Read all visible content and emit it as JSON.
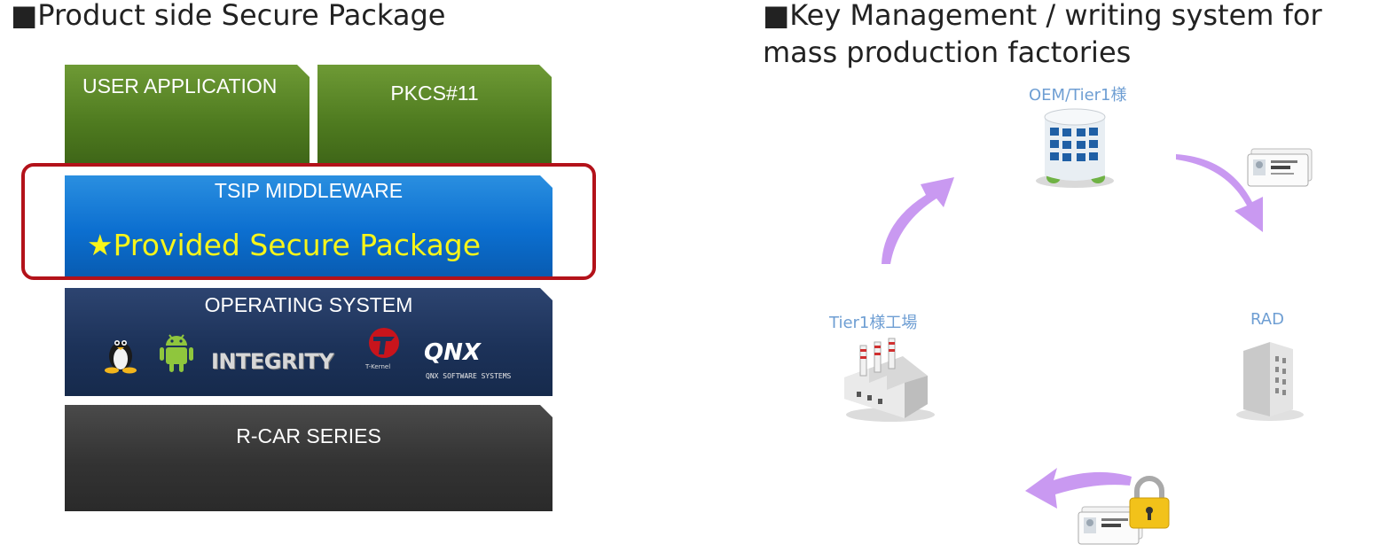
{
  "left_section": {
    "heading": "■Product side Secure Package",
    "blocks": {
      "user_application": "USER APPLICATION",
      "pkcs": "PKCS#11",
      "tsip_middleware": "TSIP MIDDLEWARE",
      "provided_package": "★Provided Secure Package",
      "operating_system": "OPERATING SYSTEM",
      "rcar_series": "R-CAR SERIES"
    },
    "os_logos": {
      "integrity": "INTEGRITY",
      "qnx": "QNX",
      "qnx_sub": "QNX SOFTWARE SYSTEMS",
      "tkernel": "T-Kernel"
    },
    "colors": {
      "green": "#4e7a1f",
      "blue": "#0c6fd0",
      "navy": "#1c3259",
      "dark": "#333333",
      "highlight": "#b3121a",
      "star_text": "#f7f51a"
    }
  },
  "right_section": {
    "heading": "■Key Management / writing system for mass production factories",
    "nodes": {
      "oem": "OEM/Tier1様",
      "rad": "RAD",
      "tier1_factory": "Tier1様工場"
    },
    "icons": [
      "office-building-icon",
      "factory-icon",
      "office-tower-icon",
      "id-card-icon",
      "padlock-icon",
      "curved-arrow-icon"
    ],
    "colors": {
      "label": "#6e9ed3",
      "arrow": "#c38ef0"
    }
  }
}
